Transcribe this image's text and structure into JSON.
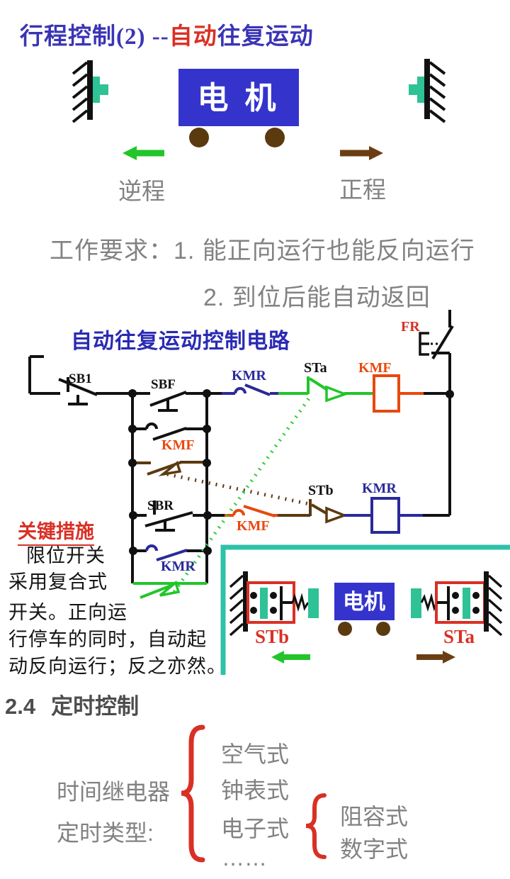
{
  "header": {
    "title_part1": "行程控制(2) --",
    "title_part2": "自动",
    "title_part3": "往复运动"
  },
  "top_diagram": {
    "motor_label": "电 机",
    "reverse_label": "逆程",
    "forward_label": "正程"
  },
  "requirements": {
    "line1": "工作要求：1. 能正向运行也能反向运行",
    "line2": "2. 到位后能自动返回"
  },
  "circuit": {
    "title": "自动往复运动控制电路",
    "labels": {
      "fr": "FR",
      "sb1": "SB1",
      "sbf": "SBF",
      "kmr_top_contact": "KMR",
      "sta_switch": "STa",
      "kmf_coil": "KMF",
      "kmf_holding_contact": "KMF",
      "sbr": "SBR",
      "kmf_interlock_contact": "KMF",
      "stb_switch": "STb",
      "kmr_coil": "KMR",
      "kmr_holding_contact": "KMR"
    }
  },
  "key_measures": {
    "heading": "关键措施",
    "lines": [
      "限位开关",
      "采用复合式",
      "开关。正向运",
      "行停车的同时，自动起",
      "动反向运行；反之亦然。"
    ]
  },
  "inset": {
    "motor_label": "电机",
    "stb_label": "STb",
    "sta_label": "STa"
  },
  "timing_section": {
    "heading_number": "2.4",
    "heading_text": "定时控制",
    "label_line1": "时间继电器",
    "label_line2": "定时类型:",
    "items": [
      "空气式",
      "钟表式",
      "电子式"
    ],
    "ellipsis": "……",
    "sub_items": [
      "阻容式",
      "数字式"
    ]
  },
  "colors": {
    "title_blue": "#3A35B5",
    "red": "#D93025",
    "orange": "#E8490F",
    "circuit_blue": "#2A2A99",
    "green": "#22C52A",
    "brown": "#5B3A10",
    "motor_blue": "#3434CC",
    "teal": "#2EC2A8",
    "gray_text": "#828282"
  }
}
